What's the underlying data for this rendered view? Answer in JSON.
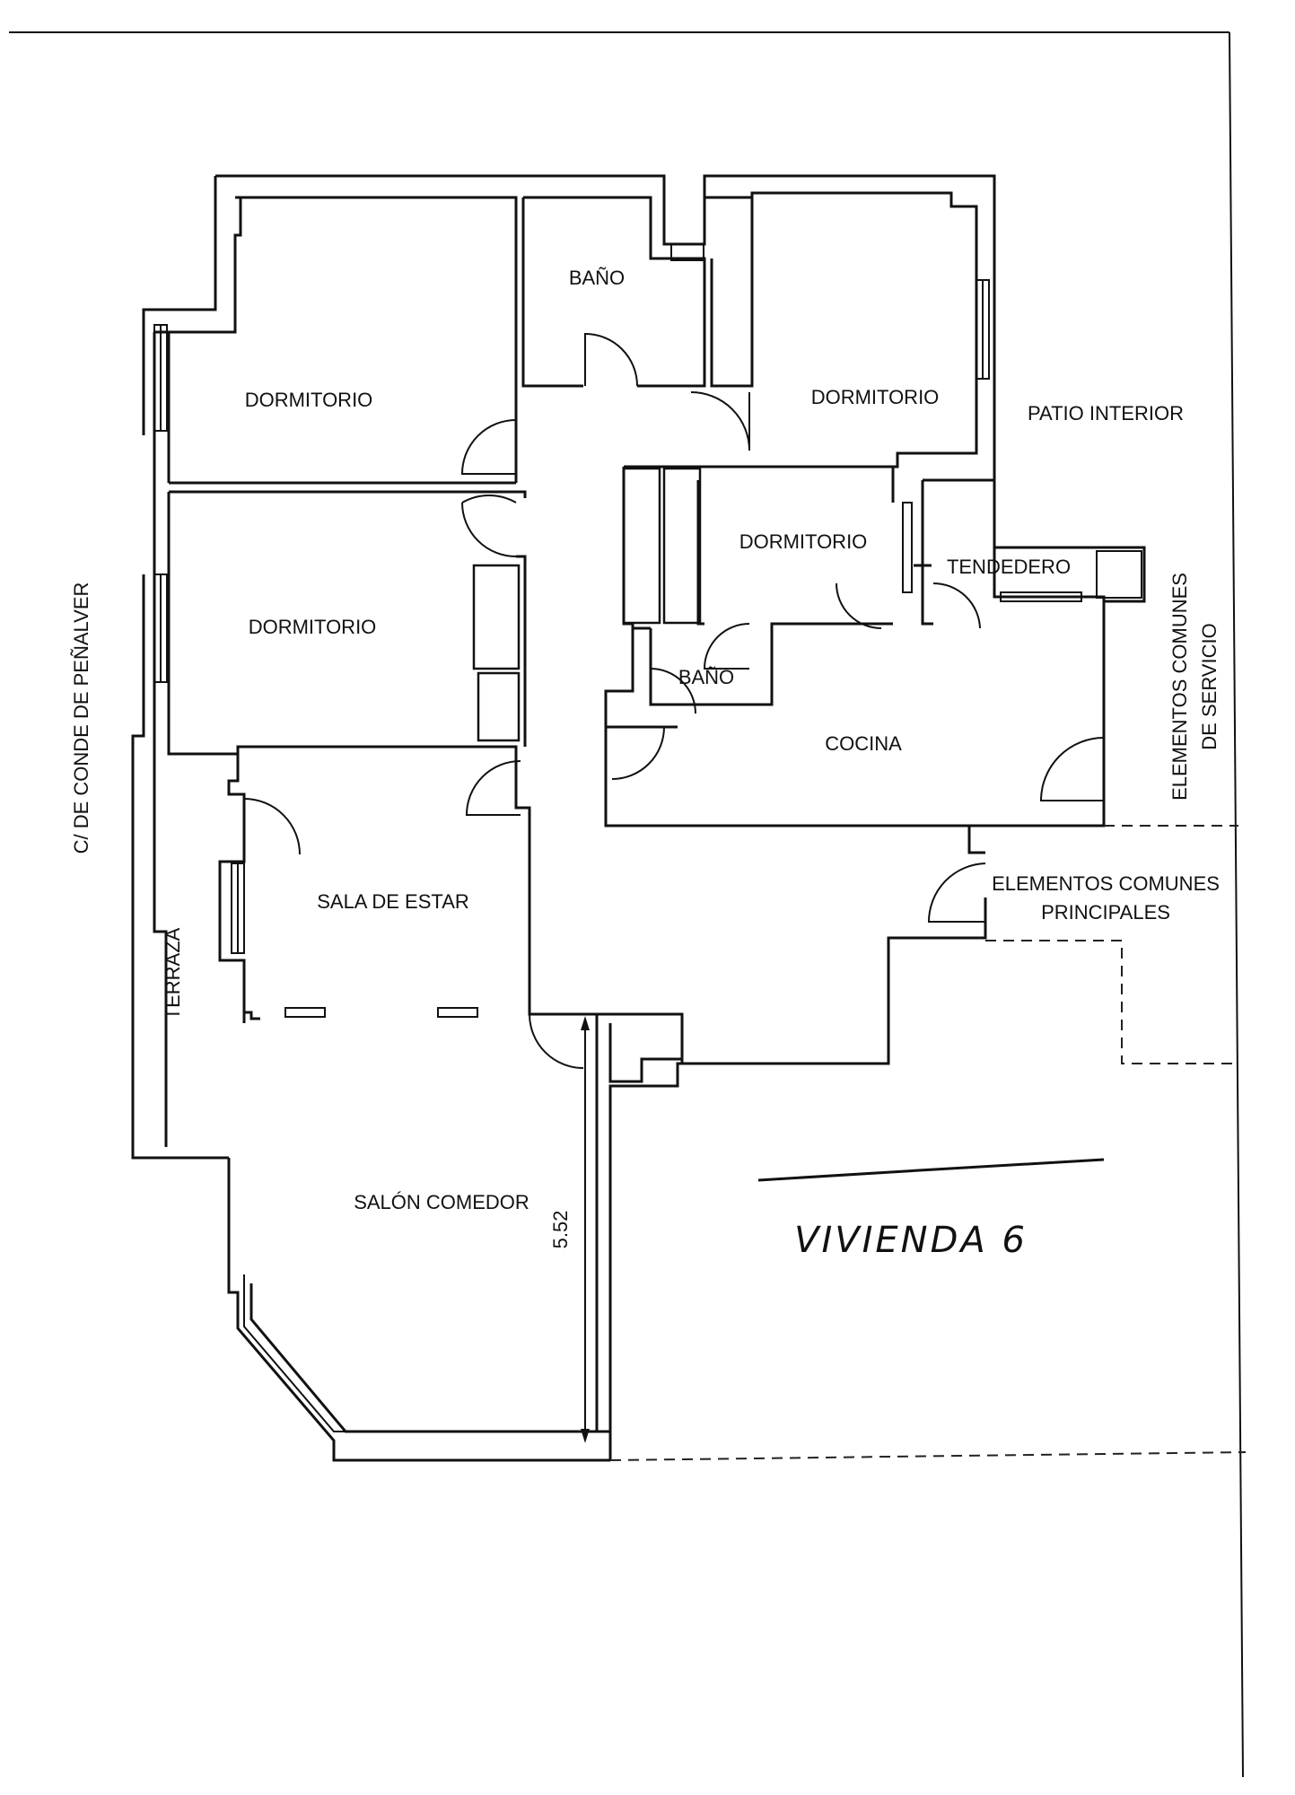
{
  "plan": {
    "rooms": {
      "dormitorio_1": "DORMITORIO",
      "bano_1": "BAÑO",
      "dormitorio_2": "DORMITORIO",
      "patio_interior": "PATIO INTERIOR",
      "dormitorio_3": "DORMITORIO",
      "dormitorio_4": "DORMITORIO",
      "tendedero": "TENDEDERO",
      "bano_2": "BAÑO",
      "cocina": "COCINA",
      "sala_de_estar": "SALA DE ESTAR",
      "terraza": "TERRAZA",
      "salon_comedor": "SALÓN COMEDOR"
    },
    "common_areas": {
      "servicio_line1": "ELEMENTOS COMUNES",
      "servicio_line2": "DE SERVICIO",
      "principales_line1": "ELEMENTOS COMUNES",
      "principales_line2": "PRINCIPALES"
    },
    "street": "C/ DE CONDE DE PEÑALVER",
    "dimension": "5.52",
    "handwritten_note": "VIVIENDA 6"
  }
}
